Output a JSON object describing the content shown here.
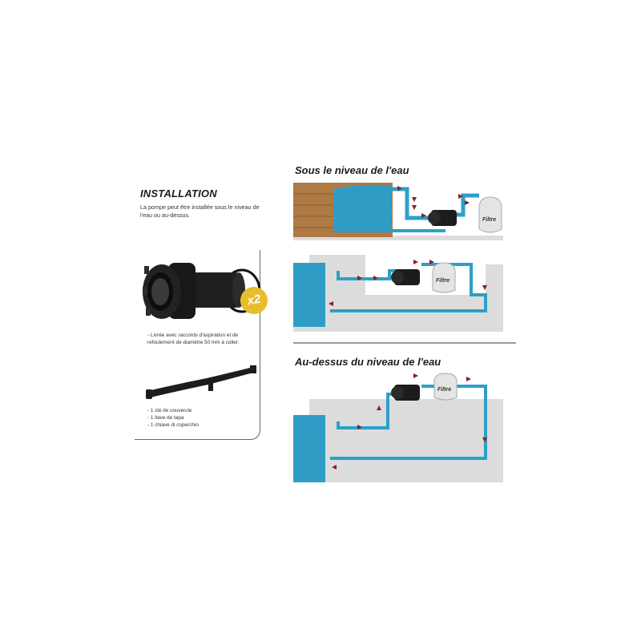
{
  "installation": {
    "title": "INSTALLATION",
    "description": "La pompe peut être installée sous le niveau de l'eau ou au-dessus."
  },
  "accessories": {
    "badge": "x2",
    "delivered_text": "- Livrée avec raccords d'aspiration et de refoulement de diamètre 50 mm à coller.",
    "key_lines": [
      "- 1 clé de couvercle",
      "- 1 llave de tapa",
      "- 1 chiave di coperchio"
    ]
  },
  "diagrams": {
    "below_title": "Sous le niveau de l'eau",
    "above_title": "Au-dessus du niveau de l'eau",
    "filter_label": "Filtre"
  },
  "colors": {
    "water": "#2f9cc6",
    "pipe": "#2ba0c8",
    "ground": "#dcdcdc",
    "arrow": "#8b1d1d",
    "wood": "#b07a45",
    "badge": "#e8bd2b"
  }
}
